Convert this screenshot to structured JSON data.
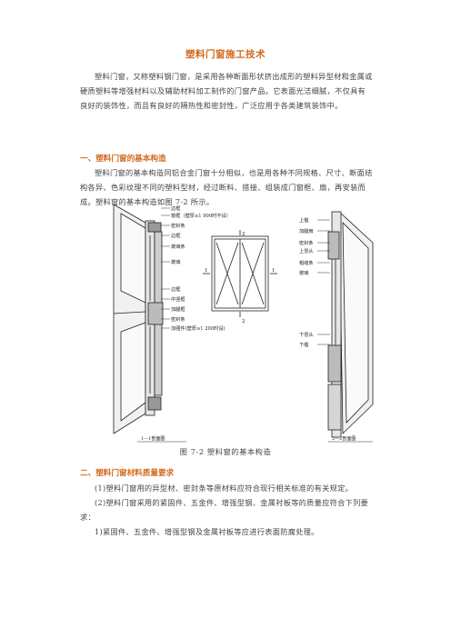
{
  "title": "塑料门窗施工技术",
  "intro": "塑料门窗，又称塑料钢门窗，是采用各种断面形状挤出成形的塑料异型材和金属或硬质塑料等增强材料以及辅助材料加工制作的门窗产品。它表面光洁细腻，不仅具有良好的装饰性，而且有良好的隔热性和密封性，广泛应用于各类建筑装饰中。",
  "section1": {
    "heading": "一、塑料门窗的基本构造",
    "body": "塑料门窗的基本构造同铝合金门窗十分相似，也是用各种不同规格、尺寸、断面结构各异、色彩纹理不同的塑料型材，经过断料、搭接、组装成门窗框、扇，再安装而成。塑料窗的基本构造如图 7-2 所示。"
  },
  "figure": {
    "left_labels": [
      "边框",
      "窗框（壁厚≤1 900时不设）",
      "密封条",
      "边框",
      "玻璃条",
      "玻璃",
      "边框",
      "中竖框",
      "加腿框",
      "密封条",
      "加强件(壁厚≥1 200时设)"
    ],
    "right_labels": [
      "上槛",
      "加腿扇",
      "密封条",
      "上冒头",
      "帽缝条",
      "玻璃",
      "下冒头",
      "下槛"
    ],
    "section_marks": [
      "1",
      "1",
      "2",
      "2"
    ],
    "left_caption": "1—1剖面图",
    "right_caption": "2—2剖面图",
    "caption": "图 7-2  塑料窗的基本构造"
  },
  "section2": {
    "heading": "二、塑料门窗材料质量要求",
    "item1": "(1)塑料门窗用的异型材、密封条等原材料应符合现行相关标准的有关规定。",
    "item2": "(2)塑料门窗采用的紧固件、五金件、增强型钢、金属衬板等的质量应符合下列要求：",
    "item3": "1)紧固件、五金件、增强型钢及金属衬板等应进行表面防腐处理。"
  }
}
